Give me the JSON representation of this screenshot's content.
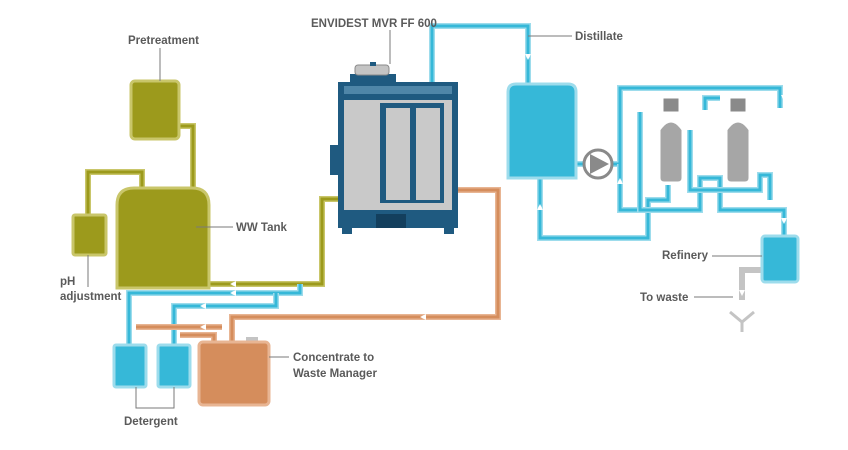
{
  "labels": {
    "pretreatment": "Pretreatment",
    "unit": "ENVIDEST MVR FF 600",
    "distillate": "Distillate",
    "ww_tank": "WW Tank",
    "ph_line1": "pH",
    "ph_line2": "adjustment",
    "refinery": "Refinery",
    "to_waste": "To waste",
    "concentrate_line1": "Concentrate to",
    "concentrate_line2": "Waste Manager",
    "detergent": "Detergent"
  },
  "colors": {
    "olive": "#9c9a1c",
    "olive_light": "#c9c66a",
    "blue": "#36b8d8",
    "blue_light": "#9ddcec",
    "orange": "#d58d5c",
    "orange_light": "#e8b593",
    "navy": "#1f5a80",
    "grey": "#c4c4c4",
    "grey_dark": "#8a8a8a",
    "text": "#5a5a5a",
    "leader": "#7a7a7a"
  }
}
